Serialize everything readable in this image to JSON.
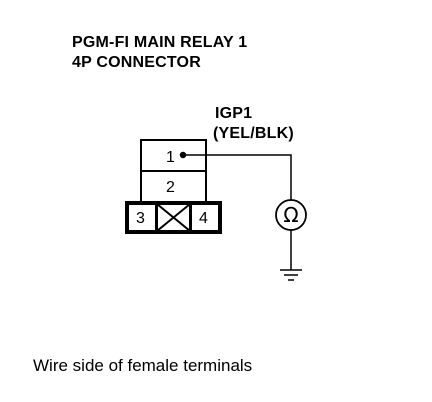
{
  "connector": {
    "title_line1": "PGM-FI MAIN RELAY 1",
    "title_line2": "4P CONNECTOR",
    "pins": {
      "pin1": "1",
      "pin2": "2",
      "pin3": "3",
      "pin4": "4"
    }
  },
  "signal": {
    "name": "IGP1",
    "wire_color": "(YEL/BLK)"
  },
  "meter_symbol": "Ω",
  "caption": "Wire side of female terminals"
}
